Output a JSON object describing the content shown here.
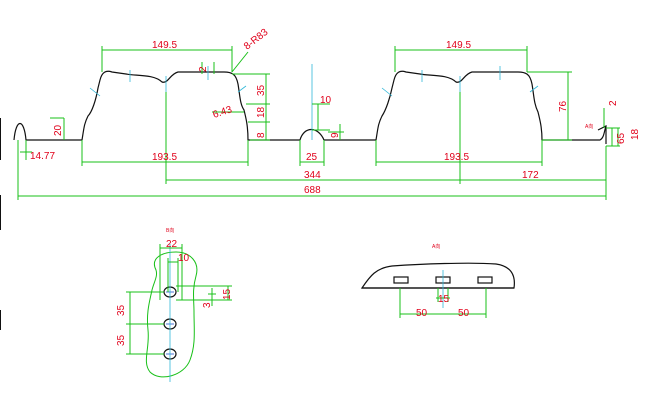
{
  "colors": {
    "dimension_line": "#18c018",
    "dimension_text": "#e0001a",
    "profile_line": "#111111",
    "centerline": "#30b8d8"
  },
  "profile_dims": {
    "rib_top_left": "149.5",
    "rib_top_right": "149.5",
    "radius_note": "8-R83",
    "small_2_left": "2",
    "dim_35": "35",
    "dim_18_left": "18",
    "dim_8": "8",
    "dim_6_43": "6.43",
    "dim_10": "10",
    "dim_9": "9",
    "dim_20": "20",
    "dim_14_77": "14.77",
    "rib_base_left": "193.5",
    "mini_rib": "25",
    "rib_base_right": "193.5",
    "dim_76": "76",
    "small_2_right": "2",
    "dim_65": "65",
    "dim_18_right": "18",
    "span_344": "344",
    "span_172": "172",
    "total_688": "688"
  },
  "detail_labels": {
    "view_b_tag": "B向",
    "view_a_tag": "A向",
    "tag_right": "A向"
  },
  "view_b_dims": {
    "dim_22": "22",
    "dim_10": "10",
    "dim_15": "15",
    "dim_3": "3",
    "dim_35_top": "35",
    "dim_35_bottom": "35"
  },
  "view_a_dims": {
    "dim_15": "15",
    "dim_50_left": "50",
    "dim_50_right": "50"
  }
}
